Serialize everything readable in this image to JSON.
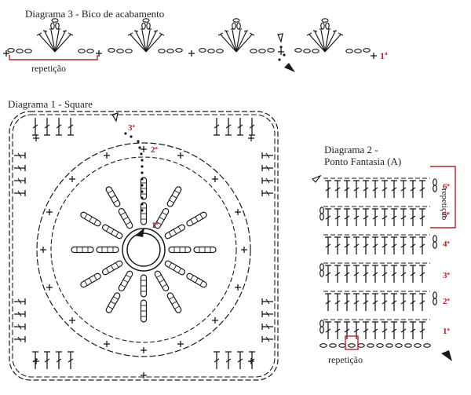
{
  "diagram3": {
    "title": "Diagrama 3 - Bico de acabamento",
    "repeat_label": "repetição",
    "row_label": "1ª"
  },
  "diagram1": {
    "title": "Diagrama 1 - Square",
    "rounds": [
      "1ª",
      "2ª",
      "3ª"
    ]
  },
  "diagram2": {
    "title_line1": "Diagrama 2 -",
    "title_line2": "Ponto Fantasia (A)",
    "rows": [
      "1ª",
      "2ª",
      "3ª",
      "4ª",
      "5ª",
      "6ª"
    ],
    "repeat_side_label": "repetição",
    "repeat_bottom_label": "repetição"
  },
  "colors": {
    "ink": "#1a1a1a",
    "accent": "#b8232a"
  }
}
